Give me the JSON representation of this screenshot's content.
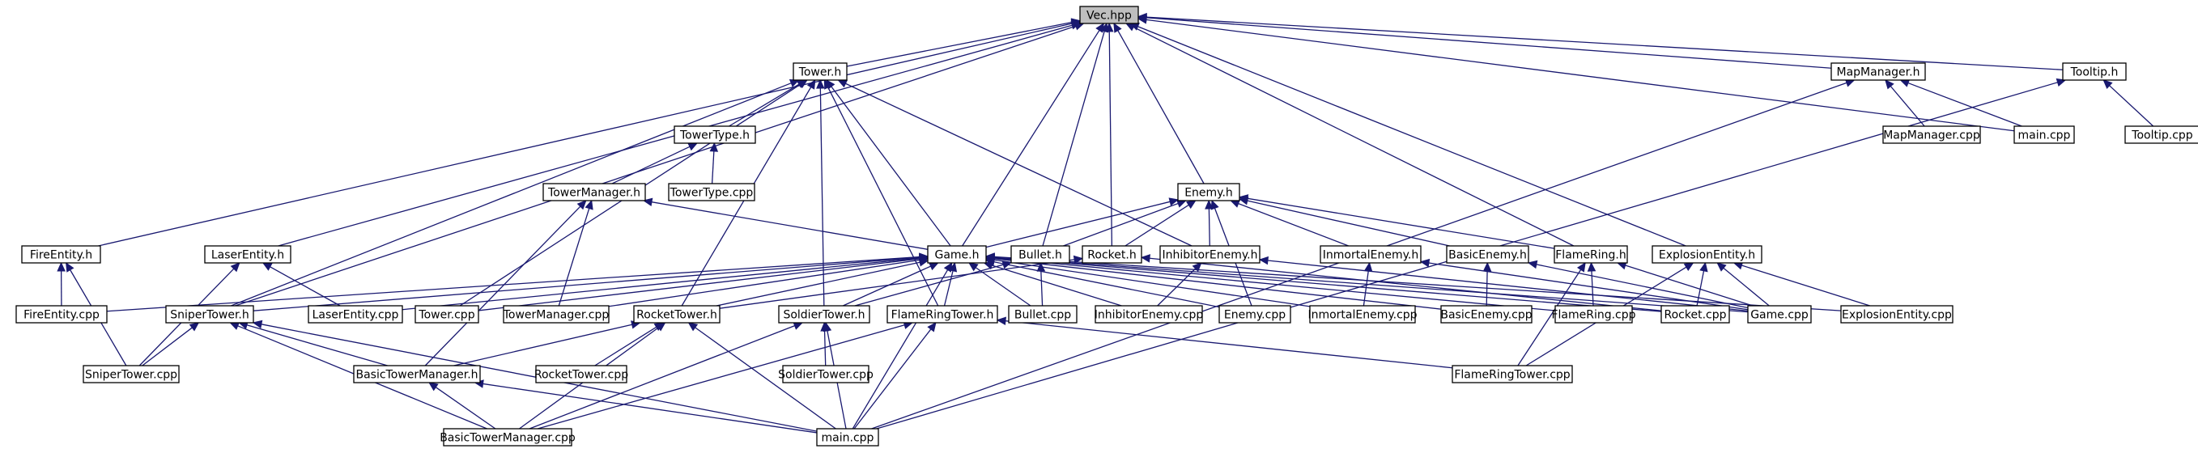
{
  "nodes": [
    {
      "id": "vec",
      "label": "Vec.hpp",
      "root": true
    },
    {
      "id": "tower_h",
      "label": "Tower.h"
    },
    {
      "id": "mapmanager_h",
      "label": "MapManager.h"
    },
    {
      "id": "tooltip_h",
      "label": "Tooltip.h"
    },
    {
      "id": "towertype_h",
      "label": "TowerType.h"
    },
    {
      "id": "towermanager_h",
      "label": "TowerManager.h"
    },
    {
      "id": "towertype_cpp",
      "label": "TowerType.cpp"
    },
    {
      "id": "mapmanager_cpp",
      "label": "MapManager.cpp"
    },
    {
      "id": "main_cpp_top",
      "label": "main.cpp"
    },
    {
      "id": "tooltip_cpp",
      "label": "Tooltip.cpp"
    },
    {
      "id": "enemy_h",
      "label": "Enemy.h"
    },
    {
      "id": "fireentity_h",
      "label": "FireEntity.h"
    },
    {
      "id": "laserentity_h",
      "label": "LaserEntity.h"
    },
    {
      "id": "game_h",
      "label": "Game.h"
    },
    {
      "id": "bullet_h",
      "label": "Bullet.h"
    },
    {
      "id": "rocket_h",
      "label": "Rocket.h"
    },
    {
      "id": "inhibitorenemy_h",
      "label": "InhibitorEnemy.h"
    },
    {
      "id": "inmortalenemy_h",
      "label": "InmortalEnemy.h"
    },
    {
      "id": "basicenemy_h",
      "label": "BasicEnemy.h"
    },
    {
      "id": "flamering_h",
      "label": "FlameRing.h"
    },
    {
      "id": "explosionentity_h",
      "label": "ExplosionEntity.h"
    },
    {
      "id": "fireentity_cpp",
      "label": "FireEntity.cpp"
    },
    {
      "id": "snipertower_h",
      "label": "SniperTower.h"
    },
    {
      "id": "laserentity_cpp",
      "label": "LaserEntity.cpp"
    },
    {
      "id": "tower_cpp",
      "label": "Tower.cpp"
    },
    {
      "id": "towermanager_cpp",
      "label": "TowerManager.cpp"
    },
    {
      "id": "rockettower_h",
      "label": "RocketTower.h"
    },
    {
      "id": "soldiertower_h",
      "label": "SoldierTower.h"
    },
    {
      "id": "flameringtower_h",
      "label": "FlameRingTower.h"
    },
    {
      "id": "bullet_cpp",
      "label": "Bullet.cpp"
    },
    {
      "id": "inhibitorenemy_cpp",
      "label": "InhibitorEnemy.cpp"
    },
    {
      "id": "enemy_cpp",
      "label": "Enemy.cpp"
    },
    {
      "id": "inmortalenemy_cpp",
      "label": "InmortalEnemy.cpp"
    },
    {
      "id": "basicenemy_cpp",
      "label": "BasicEnemy.cpp"
    },
    {
      "id": "flamering_cpp",
      "label": "FlameRing.cpp"
    },
    {
      "id": "rocket_cpp",
      "label": "Rocket.cpp"
    },
    {
      "id": "game_cpp",
      "label": "Game.cpp"
    },
    {
      "id": "explosionentity_cpp",
      "label": "ExplosionEntity.cpp"
    },
    {
      "id": "snipertower_cpp",
      "label": "SniperTower.cpp"
    },
    {
      "id": "basictowermanager_h",
      "label": "BasicTowerManager.h"
    },
    {
      "id": "rockettower_cpp",
      "label": "RocketTower.cpp"
    },
    {
      "id": "soldiertower_cpp",
      "label": "SoldierTower.cpp"
    },
    {
      "id": "flameringtower_cpp",
      "label": "FlameRingTower.cpp"
    },
    {
      "id": "basictowermanager_cpp",
      "label": "BasicTowerManager.cpp"
    },
    {
      "id": "main_cpp",
      "label": "main.cpp"
    }
  ],
  "edges": [
    [
      "tower_h",
      "vec"
    ],
    [
      "mapmanager_h",
      "vec"
    ],
    [
      "tooltip_h",
      "vec"
    ],
    [
      "main_cpp_top",
      "vec"
    ],
    [
      "fireentity_h",
      "vec"
    ],
    [
      "laserentity_h",
      "vec"
    ],
    [
      "snipertower_h",
      "vec"
    ],
    [
      "game_h",
      "vec"
    ],
    [
      "bullet_h",
      "vec"
    ],
    [
      "rocket_h",
      "vec"
    ],
    [
      "enemy_h",
      "vec"
    ],
    [
      "flamering_h",
      "vec"
    ],
    [
      "explosionentity_h",
      "vec"
    ],
    [
      "towertype_h",
      "tower_h"
    ],
    [
      "towermanager_h",
      "towertype_h"
    ],
    [
      "towertype_cpp",
      "towertype_h"
    ],
    [
      "mapmanager_cpp",
      "mapmanager_h"
    ],
    [
      "main_cpp_top",
      "mapmanager_h"
    ],
    [
      "main_cpp",
      "mapmanager_h"
    ],
    [
      "tooltip_cpp",
      "tooltip_h"
    ],
    [
      "main_cpp",
      "tooltip_h"
    ],
    [
      "snipertower_h",
      "tower_h"
    ],
    [
      "tower_cpp",
      "tower_h"
    ],
    [
      "game_h",
      "tower_h"
    ],
    [
      "rockettower_h",
      "tower_h"
    ],
    [
      "soldiertower_h",
      "tower_h"
    ],
    [
      "flameringtower_h",
      "tower_h"
    ],
    [
      "inhibitorenemy_h",
      "tower_h"
    ],
    [
      "game_h",
      "towermanager_h"
    ],
    [
      "towermanager_cpp",
      "towermanager_h"
    ],
    [
      "basictowermanager_h",
      "towermanager_h"
    ],
    [
      "game_h",
      "enemy_h"
    ],
    [
      "bullet_h",
      "enemy_h"
    ],
    [
      "rocket_h",
      "enemy_h"
    ],
    [
      "inhibitorenemy_h",
      "enemy_h"
    ],
    [
      "inmortalenemy_h",
      "enemy_h"
    ],
    [
      "basicenemy_h",
      "enemy_h"
    ],
    [
      "flamering_h",
      "enemy_h"
    ],
    [
      "enemy_cpp",
      "enemy_h"
    ],
    [
      "fireentity_cpp",
      "fireentity_h"
    ],
    [
      "snipertower_cpp",
      "fireentity_h"
    ],
    [
      "laserentity_cpp",
      "laserentity_h"
    ],
    [
      "snipertower_cpp",
      "laserentity_h"
    ],
    [
      "fireentity_cpp",
      "game_h"
    ],
    [
      "snipertower_h",
      "game_h"
    ],
    [
      "laserentity_cpp",
      "game_h"
    ],
    [
      "tower_cpp",
      "game_h"
    ],
    [
      "towermanager_cpp",
      "game_h"
    ],
    [
      "rockettower_h",
      "game_h"
    ],
    [
      "soldiertower_h",
      "game_h"
    ],
    [
      "flameringtower_h",
      "game_h"
    ],
    [
      "bullet_cpp",
      "game_h"
    ],
    [
      "inhibitorenemy_cpp",
      "game_h"
    ],
    [
      "enemy_cpp",
      "game_h"
    ],
    [
      "inmortalenemy_cpp",
      "game_h"
    ],
    [
      "basicenemy_cpp",
      "game_h"
    ],
    [
      "flamering_cpp",
      "game_h"
    ],
    [
      "rocket_cpp",
      "game_h"
    ],
    [
      "game_cpp",
      "game_h"
    ],
    [
      "explosionentity_cpp",
      "game_h"
    ],
    [
      "main_cpp",
      "game_h"
    ],
    [
      "bullet_cpp",
      "bullet_h"
    ],
    [
      "soldiertower_h",
      "bullet_h"
    ],
    [
      "rockettower_h",
      "rocket_h"
    ],
    [
      "rocket_cpp",
      "rocket_h"
    ],
    [
      "inhibitorenemy_cpp",
      "inhibitorenemy_h"
    ],
    [
      "game_cpp",
      "inhibitorenemy_h"
    ],
    [
      "inmortalenemy_cpp",
      "inmortalenemy_h"
    ],
    [
      "game_cpp",
      "inmortalenemy_h"
    ],
    [
      "basicenemy_cpp",
      "basicenemy_h"
    ],
    [
      "game_cpp",
      "basicenemy_h"
    ],
    [
      "flamering_cpp",
      "flamering_h"
    ],
    [
      "game_cpp",
      "flamering_h"
    ],
    [
      "flameringtower_cpp",
      "flamering_h"
    ],
    [
      "rocket_cpp",
      "explosionentity_h"
    ],
    [
      "game_cpp",
      "explosionentity_h"
    ],
    [
      "explosionentity_cpp",
      "explosionentity_h"
    ],
    [
      "flameringtower_cpp",
      "explosionentity_h"
    ],
    [
      "snipertower_cpp",
      "snipertower_h"
    ],
    [
      "basictowermanager_h",
      "snipertower_h"
    ],
    [
      "basictowermanager_cpp",
      "snipertower_h"
    ],
    [
      "main_cpp",
      "snipertower_h"
    ],
    [
      "rockettower_cpp",
      "rockettower_h"
    ],
    [
      "basictowermanager_h",
      "rockettower_h"
    ],
    [
      "basictowermanager_cpp",
      "rockettower_h"
    ],
    [
      "main_cpp",
      "rockettower_h"
    ],
    [
      "soldiertower_cpp",
      "soldiertower_h"
    ],
    [
      "basictowermanager_cpp",
      "soldiertower_h"
    ],
    [
      "main_cpp",
      "soldiertower_h"
    ],
    [
      "flameringtower_cpp",
      "flameringtower_h"
    ],
    [
      "basictowermanager_cpp",
      "flameringtower_h"
    ],
    [
      "main_cpp",
      "flameringtower_h"
    ],
    [
      "basictowermanager_cpp",
      "basictowermanager_h"
    ],
    [
      "main_cpp",
      "basictowermanager_h"
    ]
  ]
}
